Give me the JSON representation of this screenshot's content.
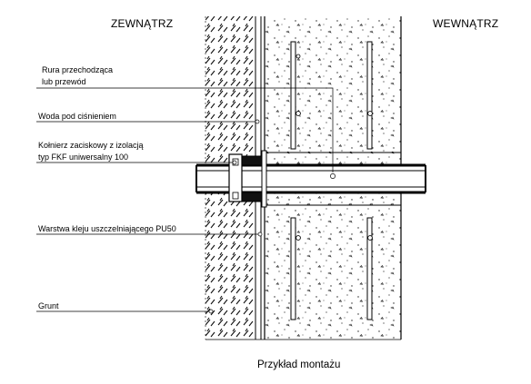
{
  "diagram": {
    "outside_label": "ZEWNĄTRZ",
    "inside_label": "WEWNĄTRZ",
    "caption": "Przykład montażu",
    "callouts": [
      {
        "id": "pipe",
        "lines": [
          "Rura przechodząca",
          "lub przewód"
        ]
      },
      {
        "id": "water",
        "lines": [
          "Woda pod ciśnieniem"
        ]
      },
      {
        "id": "flange",
        "lines": [
          "Kołnierz zaciskowy z izolacją",
          "typ FKF uniwersalny 100"
        ]
      },
      {
        "id": "adhesive",
        "lines": [
          "Warstwa kleju uszczelniającego PU50"
        ]
      },
      {
        "id": "soil",
        "lines": [
          "Grunt"
        ]
      }
    ]
  }
}
